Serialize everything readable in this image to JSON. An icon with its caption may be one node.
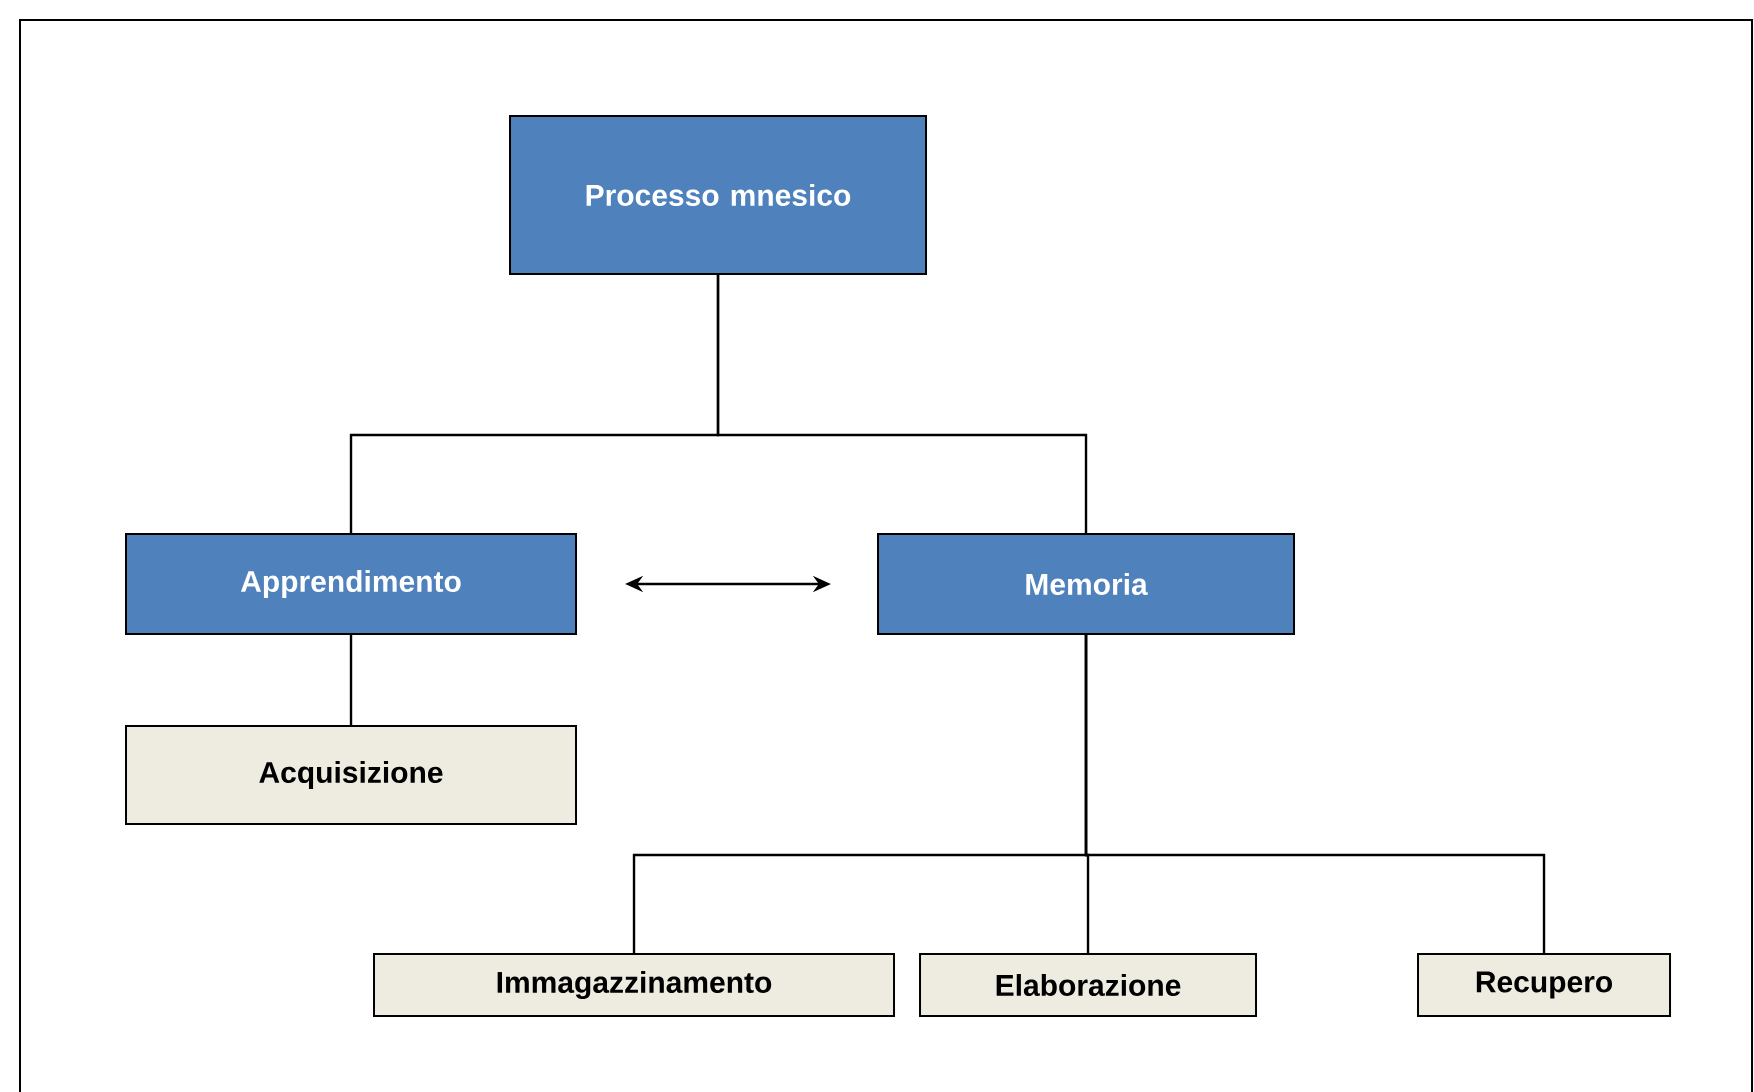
{
  "diagram": {
    "nodes": [
      {
        "text": [
          "Processo mnesico"
        ]
      },
      {
        "text": [
          "Apprendimento"
        ]
      },
      {
        "text": [
          "Memoria"
        ]
      },
      {
        "text": [
          "Acquisizione"
        ]
      },
      {
        "text": [
          "Immagazzinamento"
        ]
      },
      {
        "text": [
          "Elaborazione"
        ]
      },
      {
        "text": [
          "Recupero"
        ]
      }
    ],
    "edges": [
      {
        "from": 0,
        "to": 1,
        "arrow": "none"
      },
      {
        "from": 0,
        "to": 2,
        "arrow": "none"
      },
      {
        "from": 1,
        "to": 2,
        "arrow": "both"
      },
      {
        "from": 1,
        "to": 3,
        "arrow": "none"
      },
      {
        "from": 2,
        "to": 4,
        "arrow": "none"
      },
      {
        "from": 2,
        "to": 5,
        "arrow": "none"
      },
      {
        "from": 2,
        "to": 6,
        "arrow": "none"
      }
    ]
  }
}
